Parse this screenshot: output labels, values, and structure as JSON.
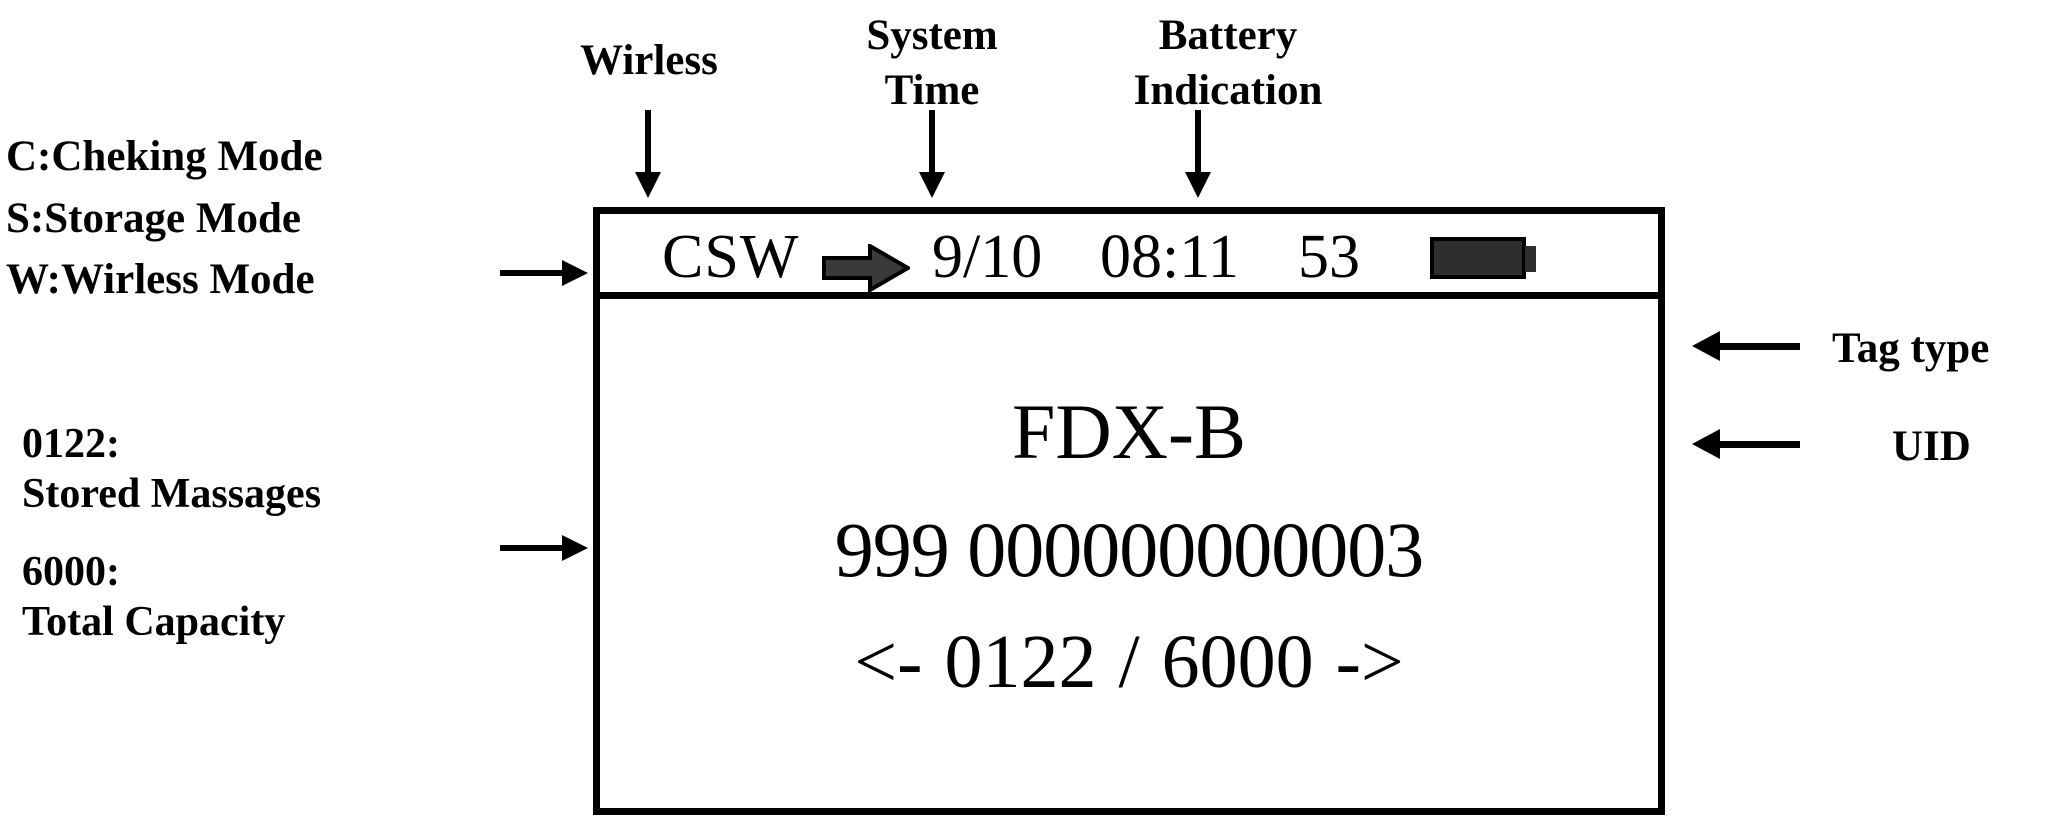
{
  "annotations": {
    "mode_legend": [
      "C:Cheking Mode",
      "S:Storage Mode",
      "W:Wirless Mode"
    ],
    "capacity_legend": [
      {
        "value": "0122:",
        "label": "Stored Massages"
      },
      {
        "value": "6000:",
        "label": "Total Capacity"
      }
    ],
    "wireless_label": "Wirless",
    "system_time_label_line1": "System",
    "system_time_label_line2": "Time",
    "battery_label_line1": "Battery",
    "battery_label_line2": "Indication",
    "tag_type_label": "Tag type",
    "uid_label": "UID"
  },
  "device_screen": {
    "status_bar": {
      "mode": "CSW",
      "wireless_icon": "right-arrow-icon",
      "date": "9/10",
      "time": "08:11",
      "count": "53",
      "battery_icon": "battery-full-icon"
    },
    "main": {
      "tag_type": "FDX-B",
      "uid": "999 000000000003",
      "nav": {
        "prev": "<-",
        "index": "0122",
        "separator": "/",
        "total": "6000",
        "next": "->"
      }
    }
  },
  "colors": {
    "ink": "#000000",
    "battery_fill": "#2e2e2e",
    "wireless_arrow_fill": "#3a3a3a",
    "background": "#ffffff"
  }
}
